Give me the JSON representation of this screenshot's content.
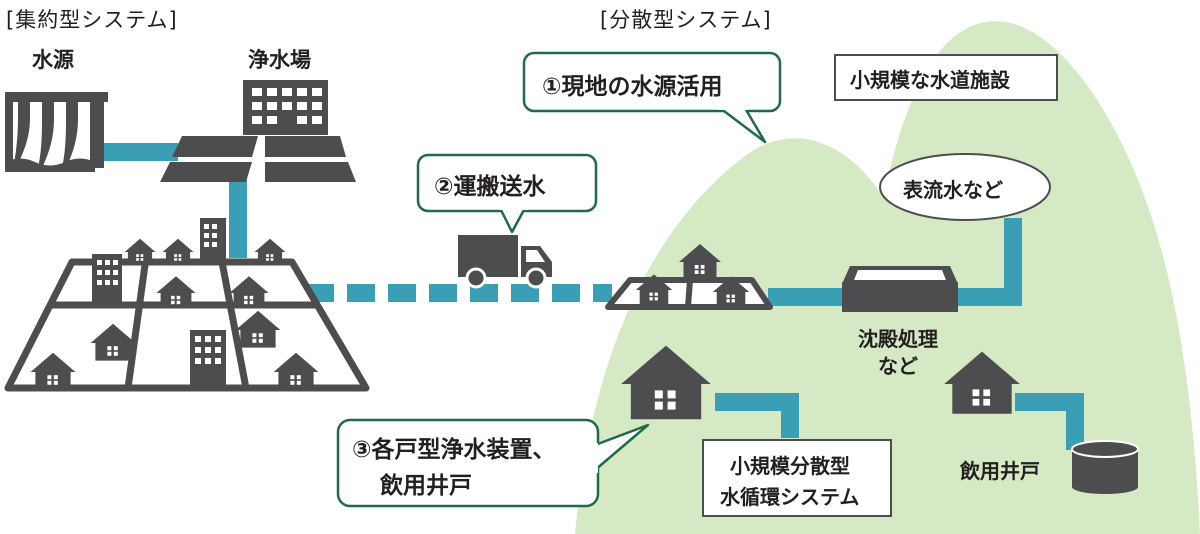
{
  "centralized": {
    "header": "[集約型システム]",
    "water_source_label": "水源",
    "treatment_plant_label": "浄水場"
  },
  "decentralized": {
    "header": "[分散型システム]",
    "callout_1": "①現地の水源活用",
    "callout_2": "②運搬送水",
    "callout_3_line1": "③各戸型浄水装置、",
    "callout_3_line2": "飲用井戸",
    "small_facility_label": "小規模な水道施設",
    "surface_water_label": "表流水など",
    "sedimentation_line1": "沈殿処理",
    "sedimentation_line2": "など",
    "small_system_line1": "小規模分散型",
    "small_system_line2": "水循環システム",
    "well_label": "飲用井戸"
  },
  "colors": {
    "pipe": "#3a9fb5",
    "building": "#4d4d4f",
    "hill": "#d5eac4",
    "callout_border": "#1f6b47",
    "outline": "#4d4d4f"
  }
}
